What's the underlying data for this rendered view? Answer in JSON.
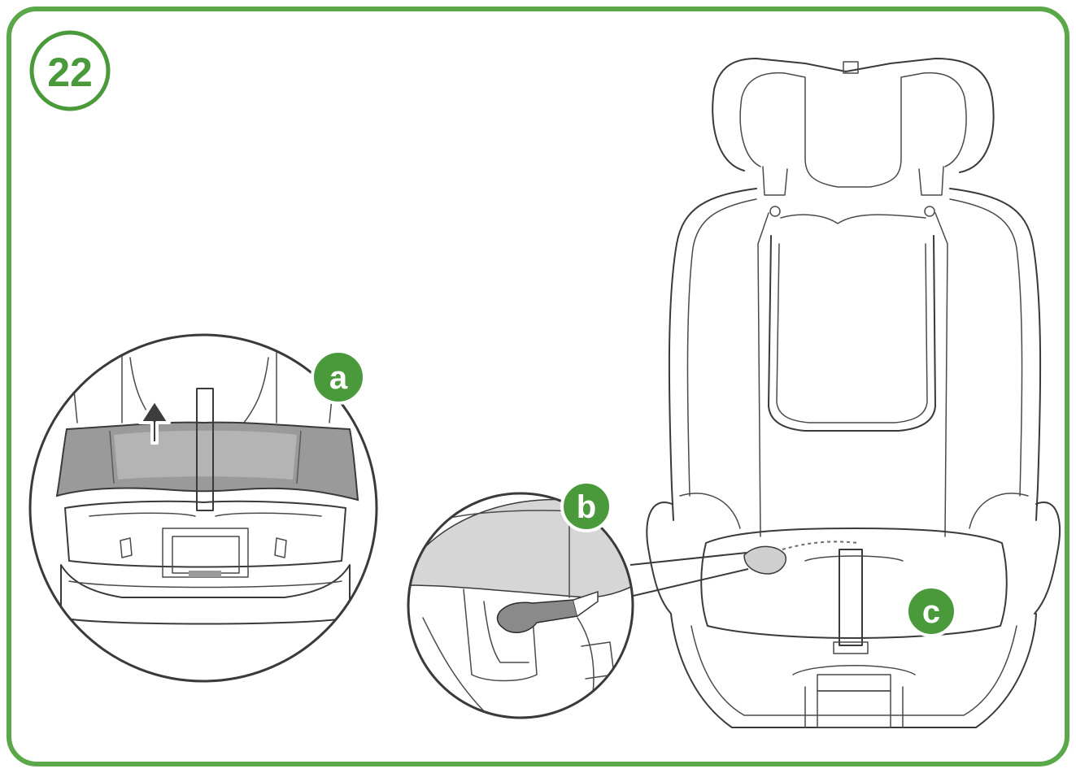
{
  "step": {
    "number": "22"
  },
  "labels": {
    "a": "a",
    "b": "b",
    "c": "c"
  },
  "colors": {
    "accent": "#4a9a3c",
    "frame": "#5aa84a",
    "line": "#3a3a3a",
    "panel_gray": "#9a9a9a",
    "panel_light": "#d6d6d6",
    "arrow": "#3c3c3c"
  },
  "icons": {
    "lift_arrow": "arrow-up-icon"
  }
}
